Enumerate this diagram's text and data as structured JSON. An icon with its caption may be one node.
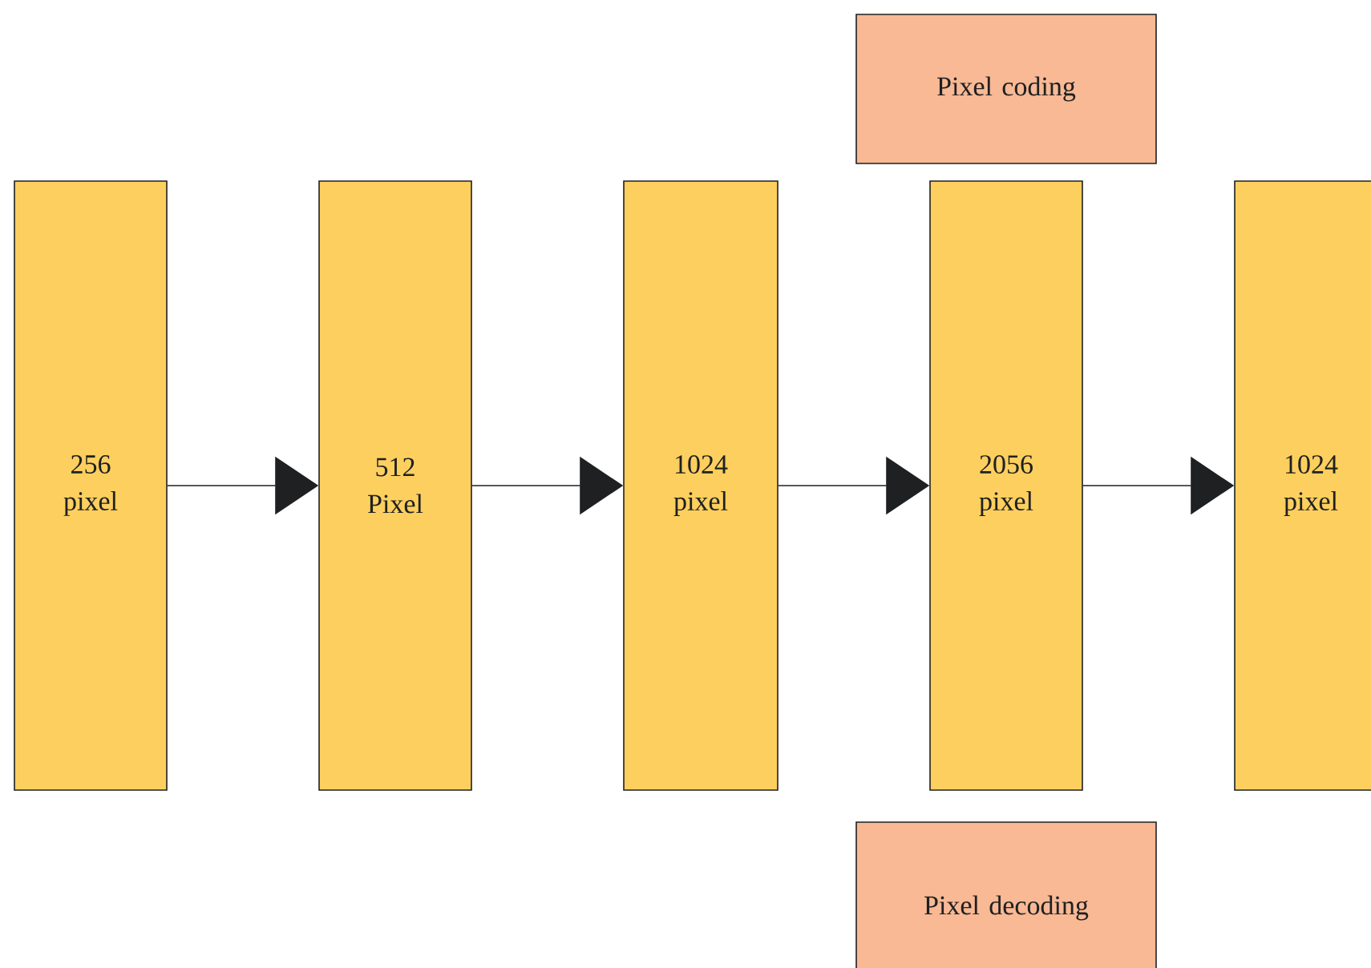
{
  "diagram": {
    "nodes": [
      {
        "text": [
          "256 pixel"
        ]
      },
      {
        "text": [
          "512 Pixel"
        ]
      },
      {
        "text": [
          "1024 pixel"
        ]
      },
      {
        "text": [
          "2056 pixel"
        ]
      },
      {
        "text": [
          "1024 pixel"
        ]
      },
      {
        "text": [
          "Pixel coding"
        ]
      },
      {
        "text": [
          "Pixel decoding"
        ]
      }
    ],
    "edges": [
      {
        "from": 0,
        "to": 1,
        "arrow": "to"
      },
      {
        "from": 1,
        "to": 2,
        "arrow": "to"
      },
      {
        "from": 2,
        "to": 3,
        "arrow": "to"
      },
      {
        "from": 3,
        "to": 4,
        "arrow": "to"
      }
    ]
  }
}
